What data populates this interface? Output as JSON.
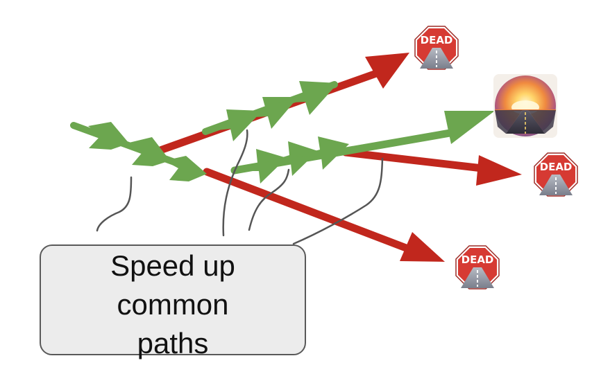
{
  "callout": {
    "lines": [
      "Speed up",
      "common",
      "paths"
    ]
  },
  "icons": {
    "dead_sign": "dead-end-stop-sign-icon",
    "goal": "sunrise-road-icon"
  },
  "signs": [
    {
      "label": "DEAD"
    },
    {
      "label": "DEAD"
    },
    {
      "label": "DEAD"
    }
  ],
  "colors": {
    "dead_path": "#c1271d",
    "fast_path": "#6ca64f",
    "callout_fill": "#ececec",
    "callout_border": "#595959",
    "connector": "#555555",
    "stop_sign": "#d63a33"
  }
}
